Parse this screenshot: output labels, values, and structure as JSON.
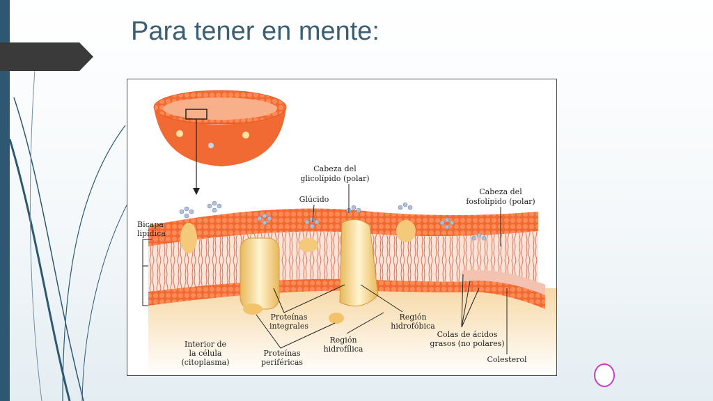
{
  "slide": {
    "title": "Para tener en mente:",
    "accent_color": "#2e5872",
    "tab_color": "#3a3a3a"
  },
  "figure": {
    "labels": {
      "cabeza_glicolipido_1": "Cabeza del",
      "cabeza_glicolipido_2": "glicolípido (polar)",
      "glucido": "Glúcido",
      "cabeza_fosfolipido_1": "Cabeza del",
      "cabeza_fosfolipido_2": "fosfolípido (polar)",
      "bicapa_1": "Bicapa",
      "bicapa_2": "lipídica",
      "proteinas_integrales_1": "Proteínas",
      "proteinas_integrales_2": "integrales",
      "region_hidrofobica_1": "Región",
      "region_hidrofobica_2": "hidrofóbica",
      "region_hidrofilica_1": "Región",
      "region_hidrofilica_2": "hidrofílica",
      "colas_1": "Colas de ácidos",
      "colas_2": "grasos (no polares)",
      "interior_1": "Interior de",
      "interior_2": "la célula",
      "interior_3": "(citoplasma)",
      "proteinas_perifericas_1": "Proteínas",
      "proteinas_perifericas_2": "periféricas",
      "colesterol": "Colesterol"
    }
  },
  "icons": {
    "slide_tab": "arrow-tab-icon",
    "oval": "oval-shape-icon"
  }
}
